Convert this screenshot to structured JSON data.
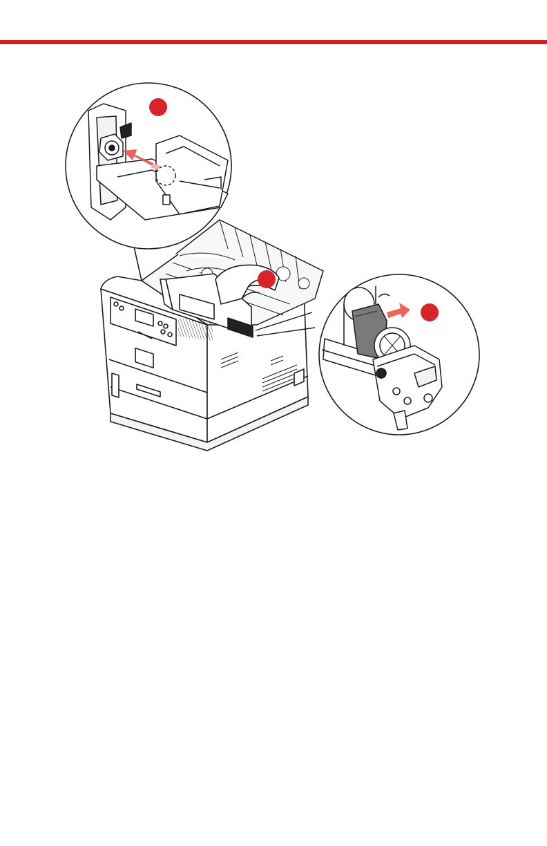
{
  "page": {
    "header_rule_color": "#d21f26"
  },
  "figure": {
    "callout_marker_color": "#d7242a",
    "arrow_color": "#e8483f",
    "icons": [
      "printer-illustration",
      "image-drum-cartridge",
      "toner-cartridge",
      "callout-marker-dot",
      "direction-arrow"
    ]
  }
}
